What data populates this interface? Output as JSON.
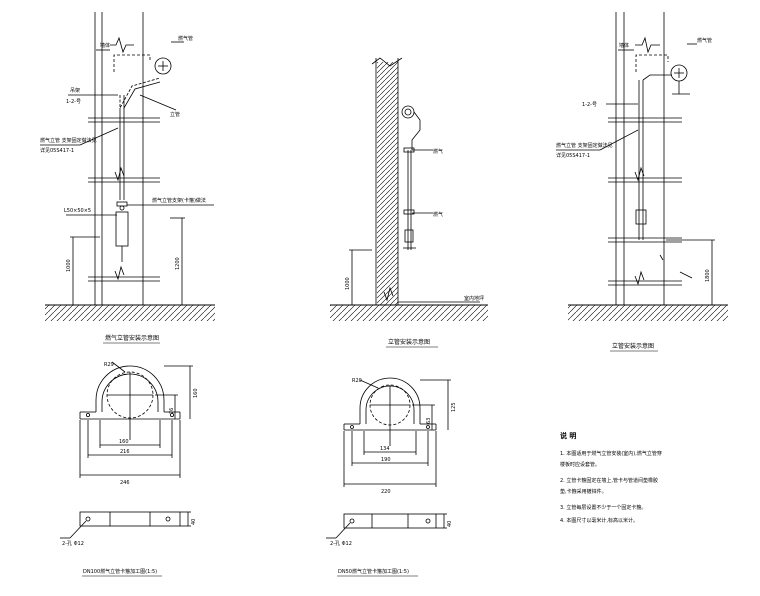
{
  "view1": {
    "labels": {
      "wall": "墙体",
      "gas_pipe": "燃气管",
      "vertical_pipe": "立管",
      "hanger": "吊架",
      "hanger_code": "1-2-号",
      "fix_note_1": "燃气立管 支架固定做法见",
      "fix_note_2": "详见05S417-1",
      "riser_label": "燃气立管支架(卡箍)做法",
      "angle_steel": "L50×50×5"
    },
    "dims": {
      "left": "1000",
      "right": "1200"
    },
    "caption": "燃气立管安装示意图"
  },
  "view2": {
    "labels": {
      "pipe_a": "燃气",
      "pipe_b": "燃气",
      "floor": "室内地坪"
    },
    "dims": {
      "left": "1000"
    },
    "caption": "立管安装示意图"
  },
  "view3": {
    "labels": {
      "wall": "墙体",
      "gas_pipe": "燃气管",
      "hanger_code": "1-2-号",
      "fix_note_1": "燃气立管 支架固定做法见",
      "fix_note_2": "详见05S417-1"
    },
    "dims": {
      "right": "1800"
    },
    "caption": "立管安装示意图"
  },
  "clamp1": {
    "dims": {
      "radius": "R29",
      "inner_width": "160",
      "mid_width": "216",
      "outer_width": "246",
      "height": "160",
      "half_height": "76",
      "thickness": "40",
      "hole": "2-孔 Φ12"
    },
    "caption": "DN100燃气立管卡箍加工图(1:5)"
  },
  "clamp2": {
    "dims": {
      "radius": "R20",
      "inner_width": "134",
      "mid_width": "190",
      "outer_width": "220",
      "height": "125",
      "half_height": "63",
      "thickness": "40",
      "hole": "2-孔 Φ12"
    },
    "caption": "DN50燃气立管卡箍加工图(1:5)"
  },
  "notes": {
    "title": "说  明",
    "items": [
      "1.  本图适用于燃气立管安装(室内),燃气立管穿",
      "     楼板时应设套管。",
      "2.  立管卡箍固定在墙上,管卡与管道间垫橡胶",
      "     垫,卡箍采用镀锌件。",
      "3.  立管每层设置不少于一个固定卡箍。",
      "4.  本图尺寸以毫米计,标高以米计。"
    ]
  }
}
